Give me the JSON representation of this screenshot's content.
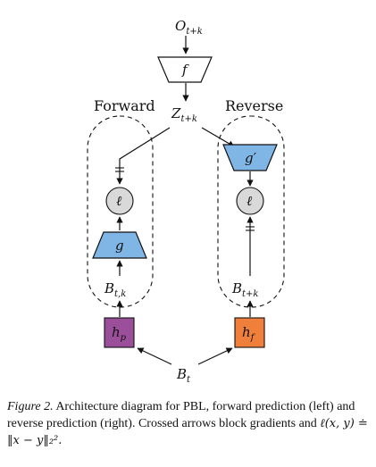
{
  "diagram": {
    "top_node": {
      "base": "O",
      "sub": "t+k"
    },
    "encoder": {
      "label": "f"
    },
    "latent": {
      "base": "Z",
      "sub": "t+k"
    },
    "forward_group": {
      "title": "Forward",
      "predictor": "g",
      "loss": "ℓ",
      "state": {
        "base": "B",
        "sub": "t,k"
      }
    },
    "reverse_group": {
      "title": "Reverse",
      "predictor": "g′",
      "loss": "ℓ",
      "state": {
        "base": "B",
        "sub": "t+k"
      }
    },
    "h_p": {
      "base": "h",
      "sub": "p",
      "color": "#9b4f9a"
    },
    "h_f": {
      "base": "h",
      "sub": "f",
      "color": "#f07f3c"
    },
    "bottom_node": {
      "base": "B",
      "sub": "t"
    },
    "colors": {
      "predictor_fill": "#7fb6e6",
      "loss_fill": "#d9d9d9"
    }
  },
  "caption": {
    "figure_label": "Figure 2.",
    "text": " Architecture diagram for PBL, forward prediction (left) and reverse prediction (right). Crossed arrows block gradients and ",
    "math": "ℓ(x, y) ≐ ‖x − y‖₂².",
    "math_tail": ""
  }
}
